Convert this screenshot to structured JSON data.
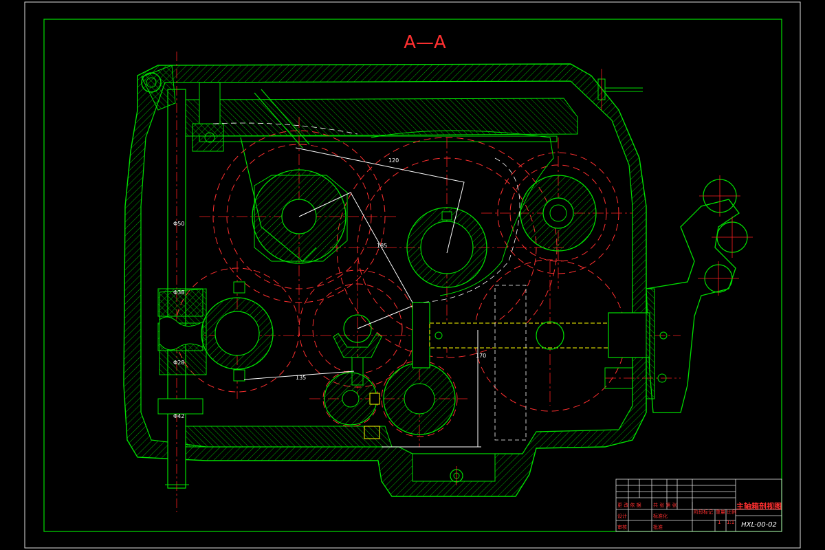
{
  "section_label": "A—A",
  "title_block": {
    "drawing_title": "主轴箱剖视图",
    "drawing_number": "HXL-00-02",
    "row_marks": "更 改 依 据",
    "row_note": "共 张 第 张",
    "col_labels": [
      "阶段标记",
      "重量",
      "比例"
    ],
    "scale": "1:1",
    "count": "1",
    "sign_labels": [
      "设计",
      "标准化",
      "审核",
      "批准"
    ]
  },
  "dimensions": [
    "120",
    "185",
    "135",
    "170",
    "Φ50",
    "Φ38",
    "Φ28",
    "Φ42"
  ],
  "colors": {
    "outline": "#00e000",
    "centerline": "#ff2020",
    "dimension": "#ffffff",
    "gear_pitch": "#ff3030",
    "hatch": "#00c000"
  }
}
